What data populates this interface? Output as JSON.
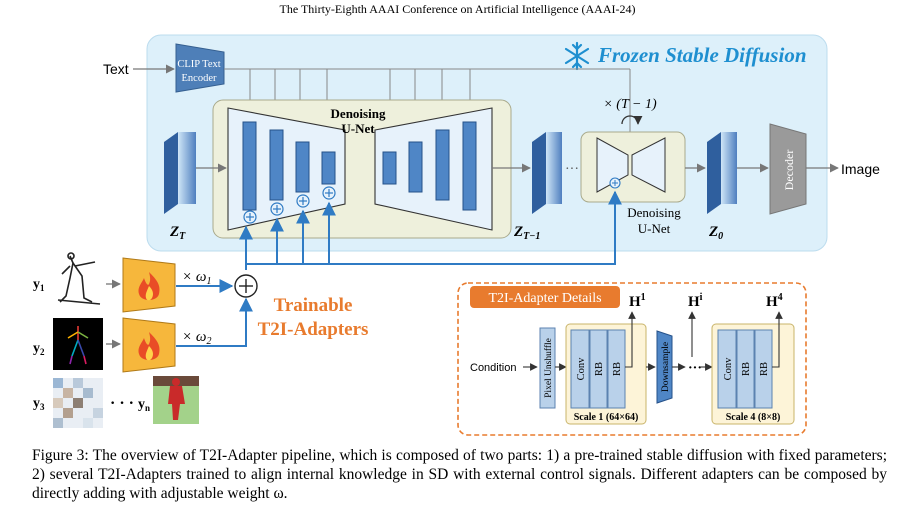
{
  "header": "The Thirty-Eighth AAAI Conference on Artificial Intelligence (AAAI-24)",
  "figure": {
    "frozen_title": "Frozen Stable Diffusion",
    "text_input": "Text",
    "clip_line1": "CLIP Text",
    "clip_line2": "Encoder",
    "unet_line1": "Denoising",
    "unet_line2": "U-Net",
    "repeat": "× (T − 1)",
    "zT": "Z",
    "zT_sub": "T",
    "zT1": "Z",
    "zT1_sub": "T−1",
    "z0": "Z",
    "z0_sub": "0",
    "dots": "···",
    "small_unet_line1": "Denoising",
    "small_unet_line2": "U-Net",
    "decoder": "Decoder",
    "image_output": "Image",
    "y1": "y",
    "y1_sub": "1",
    "y2": "y",
    "y2_sub": "2",
    "y3": "y",
    "y3_sub": "3",
    "yn": "y",
    "yn_sub": "n",
    "yn_dots": "· · ·",
    "w1": "× ω",
    "w1_sub": "1",
    "w2": "× ω",
    "w2_sub": "2",
    "trainable_line1": "Trainable",
    "trainable_line2": "T2I-Adapters",
    "details_title": "T2I-Adapter Details",
    "condition": "Condition",
    "pixel_unshuffle": "Pixel Unshuffle",
    "conv": "Conv",
    "rb": "RB",
    "downsample": "Downsample",
    "scale1": "Scale 1 (64×64)",
    "scale4": "Scale 4 (8×8)",
    "h1": "H",
    "h1_sup": "1",
    "hi": "H",
    "hi_sup": "i",
    "h4": "H",
    "h4_sup": "4",
    "detail_dots": "···"
  },
  "caption": "Figure 3: The overview of T2I-Adapter pipeline, which is composed of two parts: 1) a pre-trained stable diffusion with fixed parameters; 2) several T2I-Adapters trained to align internal knowledge in SD with external control signals. Different adapters can be composed by directly adding with adjustable weight ω.",
  "colors": {
    "frozen_bg": "#ddf0fa",
    "accent_blue": "#1e8fd0",
    "accent_orange": "#e87b2e",
    "unet_bg": "#eef0dc",
    "detail_box": "#fdf4d8",
    "bar_blue": "#4f86c6"
  }
}
